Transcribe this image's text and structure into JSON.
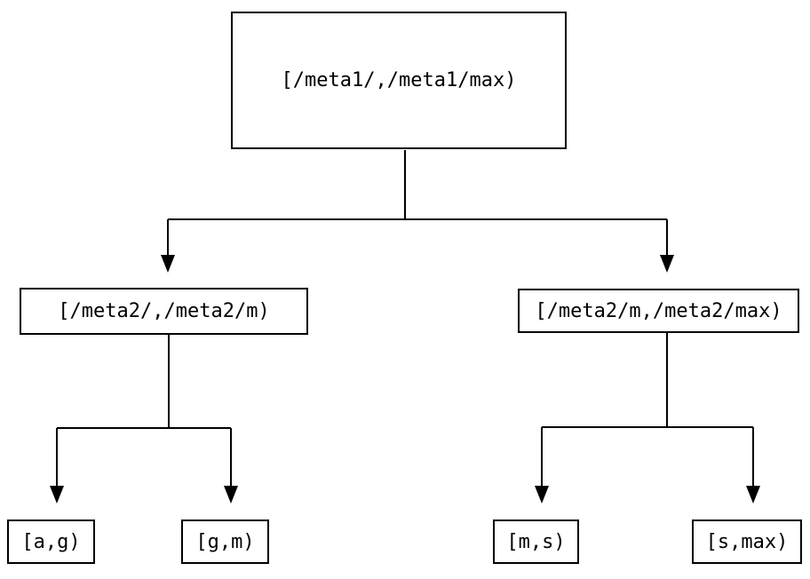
{
  "diagram": {
    "type": "tree",
    "colors": {
      "background": "#ffffff",
      "line": "#000000",
      "box_border": "#000000",
      "text": "#000000"
    },
    "tree": {
      "root": {
        "label": "[/meta1/,/meta1/max)",
        "children": [
          {
            "label": "[/meta2/,/meta2/m)",
            "children": [
              {
                "label": "[a,g)"
              },
              {
                "label": "[g,m)"
              }
            ]
          },
          {
            "label": "[/meta2/m,/meta2/max)",
            "children": [
              {
                "label": "[m,s)"
              },
              {
                "label": "[s,max)"
              }
            ]
          }
        ]
      }
    }
  }
}
